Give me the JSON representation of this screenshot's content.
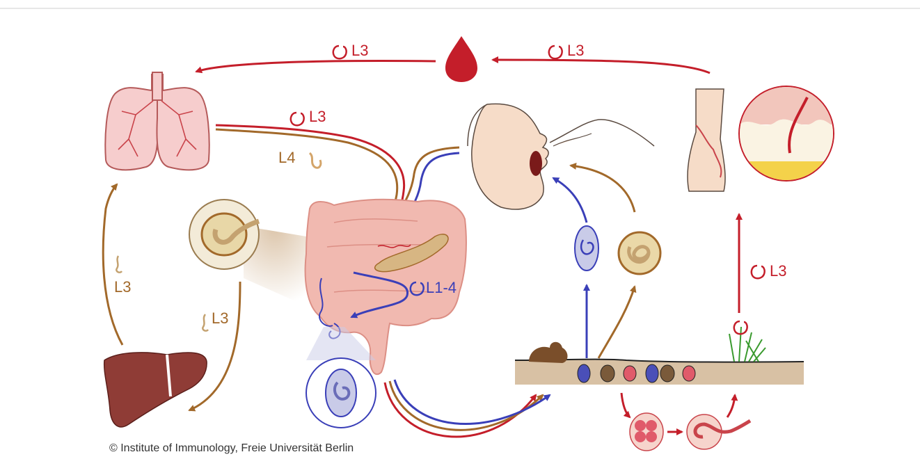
{
  "labels": {
    "blood_left": "L3",
    "blood_right": "L3",
    "lung_exit_red": "L3",
    "lung_exit_brown": "L4",
    "liver_up": "L3",
    "liver_down": "L3",
    "intestine": "L1-4",
    "soil_up": "L3"
  },
  "copyright": "© Institute of Immunology, Freie Universität Berlin",
  "colors": {
    "red": "#c41e2a",
    "brown": "#a2692a",
    "blue": "#3a3fb8",
    "intestine": "#f1b9b0",
    "lung": "#f6cdcd",
    "liver": "#8f3c36",
    "soil": "#d8c1a4"
  },
  "icons": [
    "blood-drop-icon",
    "lungs-icon",
    "liver-icon",
    "intestine-icon",
    "head-icon",
    "leg-skin-icon",
    "egg-icon",
    "larva-icon",
    "soil-icon"
  ]
}
